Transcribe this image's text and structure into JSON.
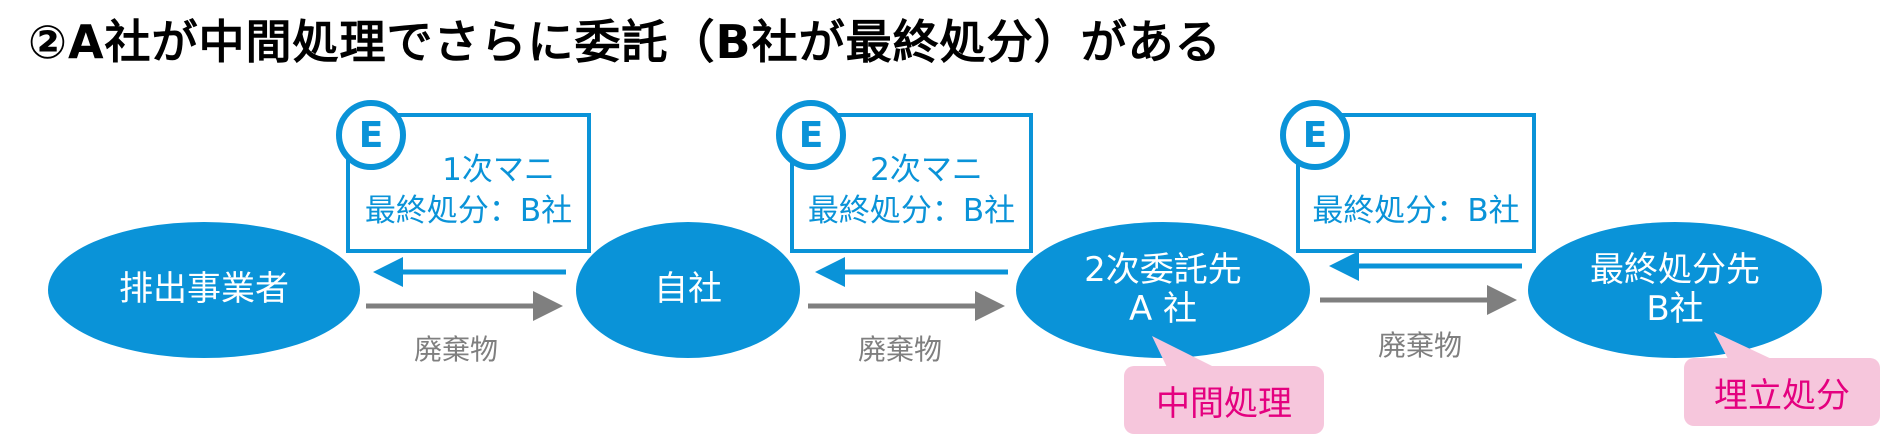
{
  "title": "②A社が中間処理でさらに委託（B社が最終処分）がある",
  "nodes": {
    "discharger": "排出事業者",
    "own_company": "自社",
    "secondary_contractor": {
      "line1": "2次委託先",
      "line2": "A 社"
    },
    "final_disposal": {
      "line1": "最終処分先",
      "line2": "B社"
    }
  },
  "manifests": [
    {
      "badge": "E",
      "line1": "1次マニ",
      "line2": "最終処分：B社"
    },
    {
      "badge": "E",
      "line1": "2次マニ",
      "line2": "最終処分：B社"
    },
    {
      "badge": "E",
      "line1": "",
      "line2": "最終処分：B社"
    }
  ],
  "waste_label": "廃棄物",
  "callouts": {
    "intermediate": "中間処理",
    "landfill": "埋立処分"
  },
  "colors": {
    "blue": "#0a93d8",
    "gray_arrow": "#7f7f7f",
    "callout_bg": "#f6c6dc",
    "callout_text": "#e4007f"
  }
}
